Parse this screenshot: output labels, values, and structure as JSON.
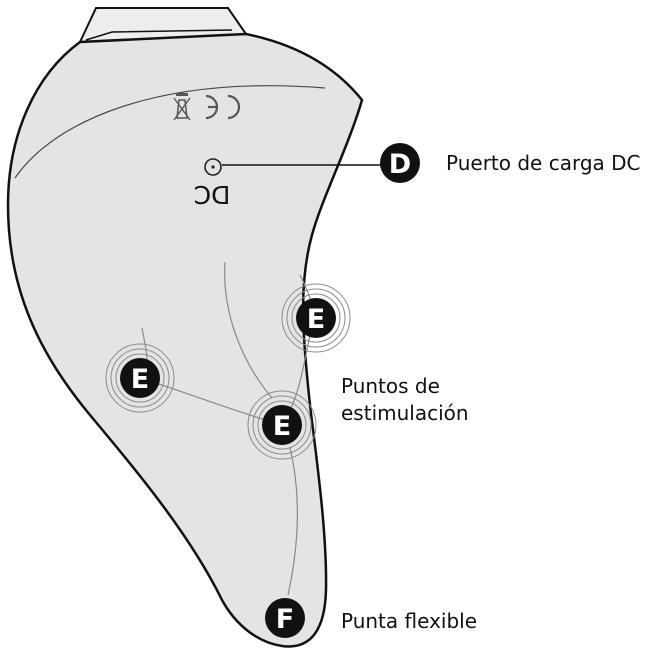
{
  "device": {
    "dc_port_marking": "DC"
  },
  "callouts": {
    "D": {
      "letter": "D",
      "label": "Puerto de carga DC"
    },
    "E": {
      "letter": "E",
      "label_line1": "Puntos de",
      "label_line2": "estimulación"
    },
    "F": {
      "letter": "F",
      "label": "Punta flexible"
    }
  },
  "colors": {
    "body_fill": "#e3e4e6",
    "outline": "#111111",
    "badge_fill": "#111111",
    "badge_text": "#ffffff",
    "contact_lines": "#8a8a8a"
  }
}
